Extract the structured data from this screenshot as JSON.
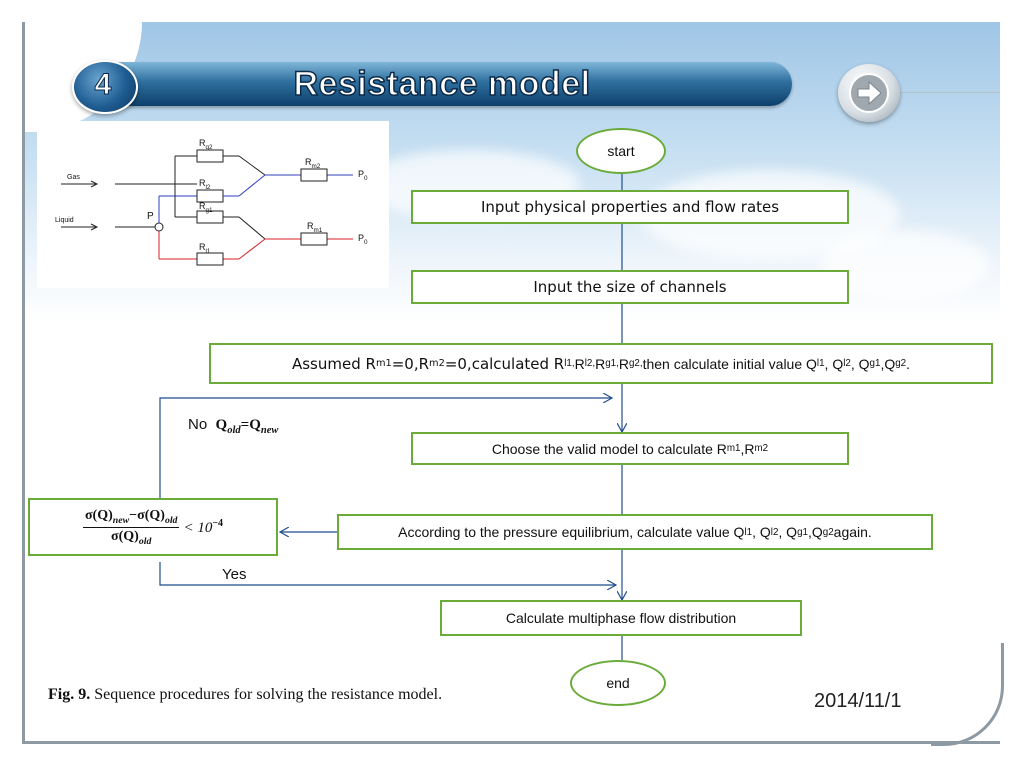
{
  "slide": {
    "number": "4",
    "title": "Resistance  model",
    "date": "2014/11/1",
    "caption_label": "Fig. 9.",
    "caption_text": " Sequence procedures for solving the resistance model."
  },
  "circuit": {
    "gas_label": "Gas",
    "liquid_label": "Liquid",
    "node_label": "P",
    "r_g2": "R",
    "r_g2_sub": "g2",
    "r_l2": "R",
    "r_l2_sub": "l2",
    "r_g1": "R",
    "r_g1_sub": "g1",
    "r_l1": "R",
    "r_l1_sub": "l1",
    "r_m2": "R",
    "r_m2_sub": "m2",
    "r_m1": "R",
    "r_m1_sub": "m1",
    "p0_top": "P",
    "p0_top_sub": "0",
    "p0_bottom": "P",
    "p0_bottom_sub": "0"
  },
  "flowchart": {
    "start": "start",
    "end": "end",
    "step1": "Input physical properties and flow rates",
    "step2": "Input the size of channels",
    "step3_a": "Assumed R",
    "step3_a_sub1": "m1",
    "step3_b": "=0,R",
    "step3_b_sub": "m2",
    "step3_c": "=0,calculated R",
    "step3_c_sub": "l1,",
    "step3_d": "R",
    "step3_d_sub": "l2,",
    "step3_e": "R",
    "step3_e_sub": "g1,",
    "step3_f": "R",
    "step3_f_sub": "g2,",
    "step3_g": "then calculate initial value Q",
    "step3_g_sub": "l1",
    "step3_h": ", Q",
    "step3_h_sub": "l2",
    "step3_i": ", Q",
    "step3_i_sub": "g1",
    "step3_j": ",Q",
    "step3_j_sub": "g2",
    "step3_k": ".",
    "step4_a": "Choose the valid model to calculate R",
    "step4_a_sub": "m1",
    "step4_b": ",R",
    "step4_b_sub": "m2",
    "step5_a": "According to the pressure equilibrium, calculate value Q",
    "step5_a_sub": "l1",
    "step5_b": ", Q",
    "step5_b_sub": "l2",
    "step5_c": ", Q",
    "step5_c_sub": "g1",
    "step5_d": ",Q",
    "step5_d_sub": "g2",
    "step5_e": " again.",
    "step6": "Calculate multiphase flow distribution",
    "no_label": "No",
    "no_cond_q1": "Q",
    "no_cond_q1_sub": "old",
    "no_cond_eq": "=",
    "no_cond_q2": "Q",
    "no_cond_q2_sub": "new",
    "yes_label": "Yes",
    "crit_num": "σ(Q)",
    "crit_num_sub1": "new",
    "crit_minus": "−σ(Q)",
    "crit_num_sub2": "old",
    "crit_den": "σ(Q)",
    "crit_den_sub": "old",
    "crit_rhs": "< 10",
    "crit_exp": "−4"
  },
  "colors": {
    "box_border": "#6aab3a",
    "arrow": "#1f4e8c",
    "title_bar": "#0d3f6a",
    "blue_wire": "#2f3fbf",
    "red_wire": "#d8222a"
  }
}
